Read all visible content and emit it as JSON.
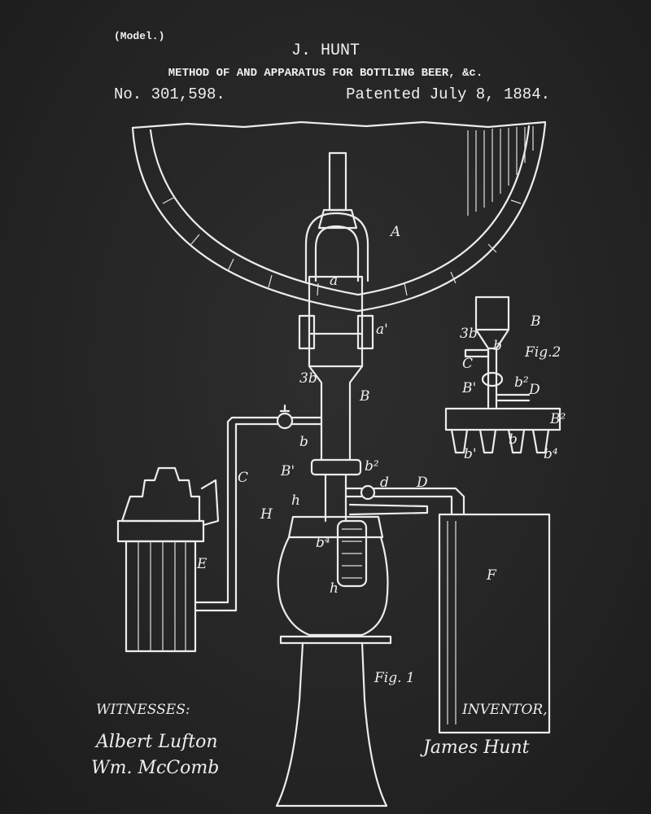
{
  "header": {
    "model": "(Model.)",
    "inventor_name": "J. HUNT",
    "title": "METHOD OF AND APPARATUS FOR BOTTLING BEER, &c.",
    "patent_number": "No. 301,598.",
    "patent_date": "Patented July 8, 1884."
  },
  "figures": {
    "fig1": "Fig. 1",
    "fig2": "Fig.2"
  },
  "labels": {
    "A": "A",
    "a": "a",
    "a_prime": "a'",
    "b3": "3b",
    "B": "B",
    "b": "b",
    "C": "C",
    "B_prime": "B'",
    "b2": "b²",
    "d": "d",
    "D": "D",
    "h": "h",
    "H": "H",
    "b4": "b⁴",
    "h2": "h",
    "E": "E",
    "F": "F",
    "f2_B": "B",
    "f2_b3": "3b",
    "f2_b": "b",
    "f2_C": "C",
    "f2_B_prime": "B'",
    "f2_b2": "b²",
    "f2_D": "D",
    "f2_B2": "B²",
    "f2_b_low": "b",
    "f2_b1": "b'",
    "f2_b4": "b⁴"
  },
  "footer": {
    "witnesses_label": "WITNESSES:",
    "witness1": "Albert Lufton",
    "witness2": "Wm. McComb",
    "inventor_label": "INVENTOR,",
    "inventor_signature": "James Hunt"
  },
  "colors": {
    "background": "#252525",
    "ink": "#ececec"
  }
}
